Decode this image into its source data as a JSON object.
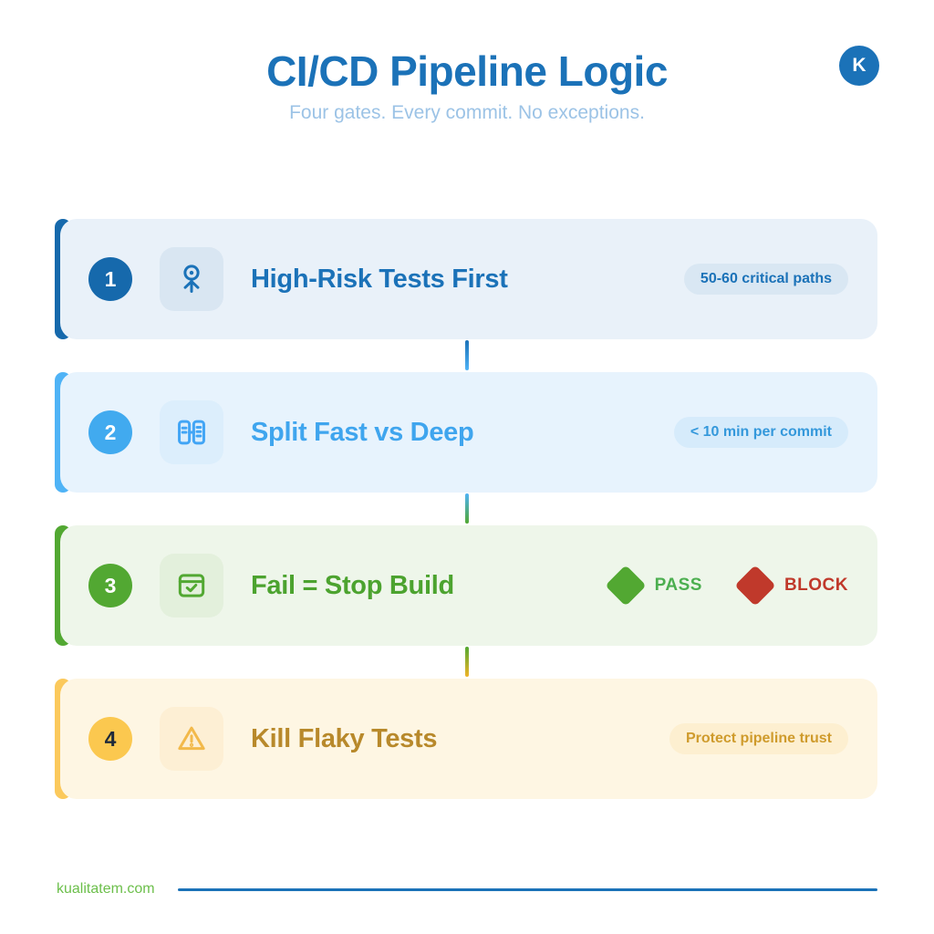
{
  "header": {
    "title": "CI/CD Pipeline Logic",
    "subtitle": "Four gates. Every commit. No exceptions.",
    "logo_letter": "K",
    "title_color": "#1b72b8",
    "subtitle_color": "#9cc3e6"
  },
  "cards": [
    {
      "number": "1",
      "title": "High-Risk Tests First",
      "badge": "50-60 critical paths",
      "icon": "target-marker-icon",
      "accent_color": "#1669ac",
      "background_color": "#e9f1f9",
      "title_color": "#1b72b8"
    },
    {
      "number": "2",
      "title": "Split Fast vs Deep",
      "badge": "< 10 min per commit",
      "icon": "split-lists-icon",
      "accent_color": "#4fb3f6",
      "background_color": "#e7f3fd",
      "title_color": "#3fa5ee"
    },
    {
      "number": "3",
      "title": "Fail = Stop Build",
      "icon": "checked-window-icon",
      "accent_color": "#52a832",
      "background_color": "#eef6ea",
      "title_color": "#4ca32f",
      "legend": {
        "pass_label": "PASS",
        "block_label": "BLOCK",
        "pass_color": "#4caf50",
        "block_color": "#c0392b"
      }
    },
    {
      "number": "4",
      "title": "Kill Flaky Tests",
      "badge": "Protect pipeline trust",
      "icon": "warning-triangle-icon",
      "accent_color": "#fbc95c",
      "background_color": "#fef6e3",
      "title_color": "#b8892b"
    }
  ],
  "footer": {
    "website": "kualitatem.com",
    "line_color": "#1b72b8"
  }
}
